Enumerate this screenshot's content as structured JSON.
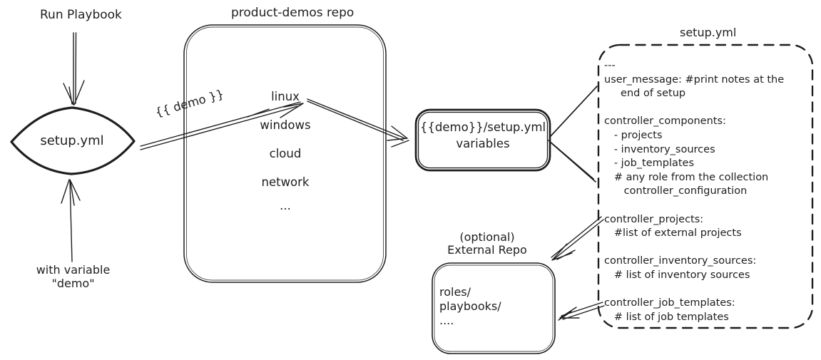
{
  "colors": {
    "ink": "#1e1e1e",
    "bg": "#ffffff"
  },
  "trigger": {
    "run_playbook_label": "Run Playbook",
    "diamond_label": "setup.yml",
    "with_variable_line1": "with variable",
    "with_variable_line2": "\"demo\"",
    "arrow_label": "{{ demo }}"
  },
  "product_demos_repo": {
    "title": "product-demos repo",
    "items": [
      "linux",
      "windows",
      "cloud",
      "network",
      "..."
    ]
  },
  "variables_box": {
    "line1": "{{demo}}/setup.yml",
    "line2": "variables"
  },
  "setup_yml_file": {
    "title": "setup.yml",
    "content": "---\nuser_message: #print notes at the\n     end of setup\n\ncontroller_components:\n   - projects\n   - inventory_sources\n   - job_templates\n   # any role from the collection\n      controller_configuration\n\ncontroller_projects:\n   #list of external projects\n\ncontroller_inventory_sources:\n   # list of inventory sources\n\ncontroller_job_templates:\n   # list of job templates"
  },
  "external_repo": {
    "label_line1": "(optional)",
    "label_line2": "External Repo",
    "items": [
      "roles/",
      "playbooks/",
      "...."
    ]
  }
}
